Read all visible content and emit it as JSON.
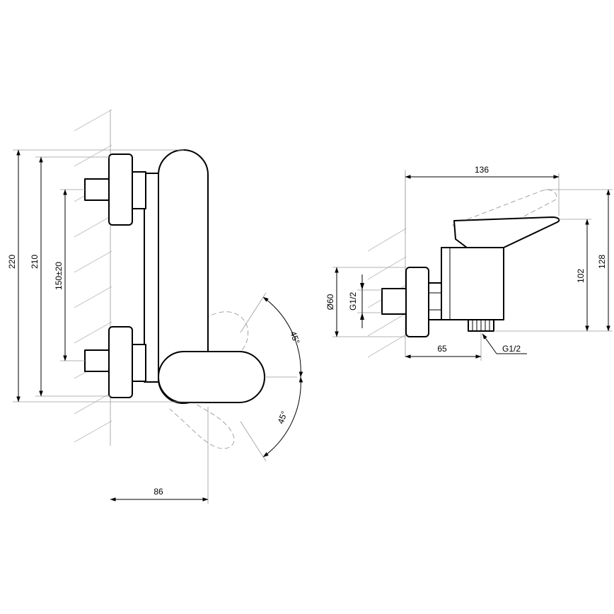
{
  "front_view": {
    "dims": {
      "overall_height": "220",
      "body_height": "210",
      "inlet_spacing": "150±20",
      "projection": "86"
    },
    "angles": {
      "upper": "45°",
      "lower": "45°"
    }
  },
  "side_view": {
    "dims": {
      "total_depth": "136",
      "lever_height": "128",
      "body_height": "102",
      "flange_diameter": "Ø60",
      "inlet_thread": "G1/2",
      "outlet_offset": "65",
      "outlet_thread": "G1/2"
    }
  }
}
